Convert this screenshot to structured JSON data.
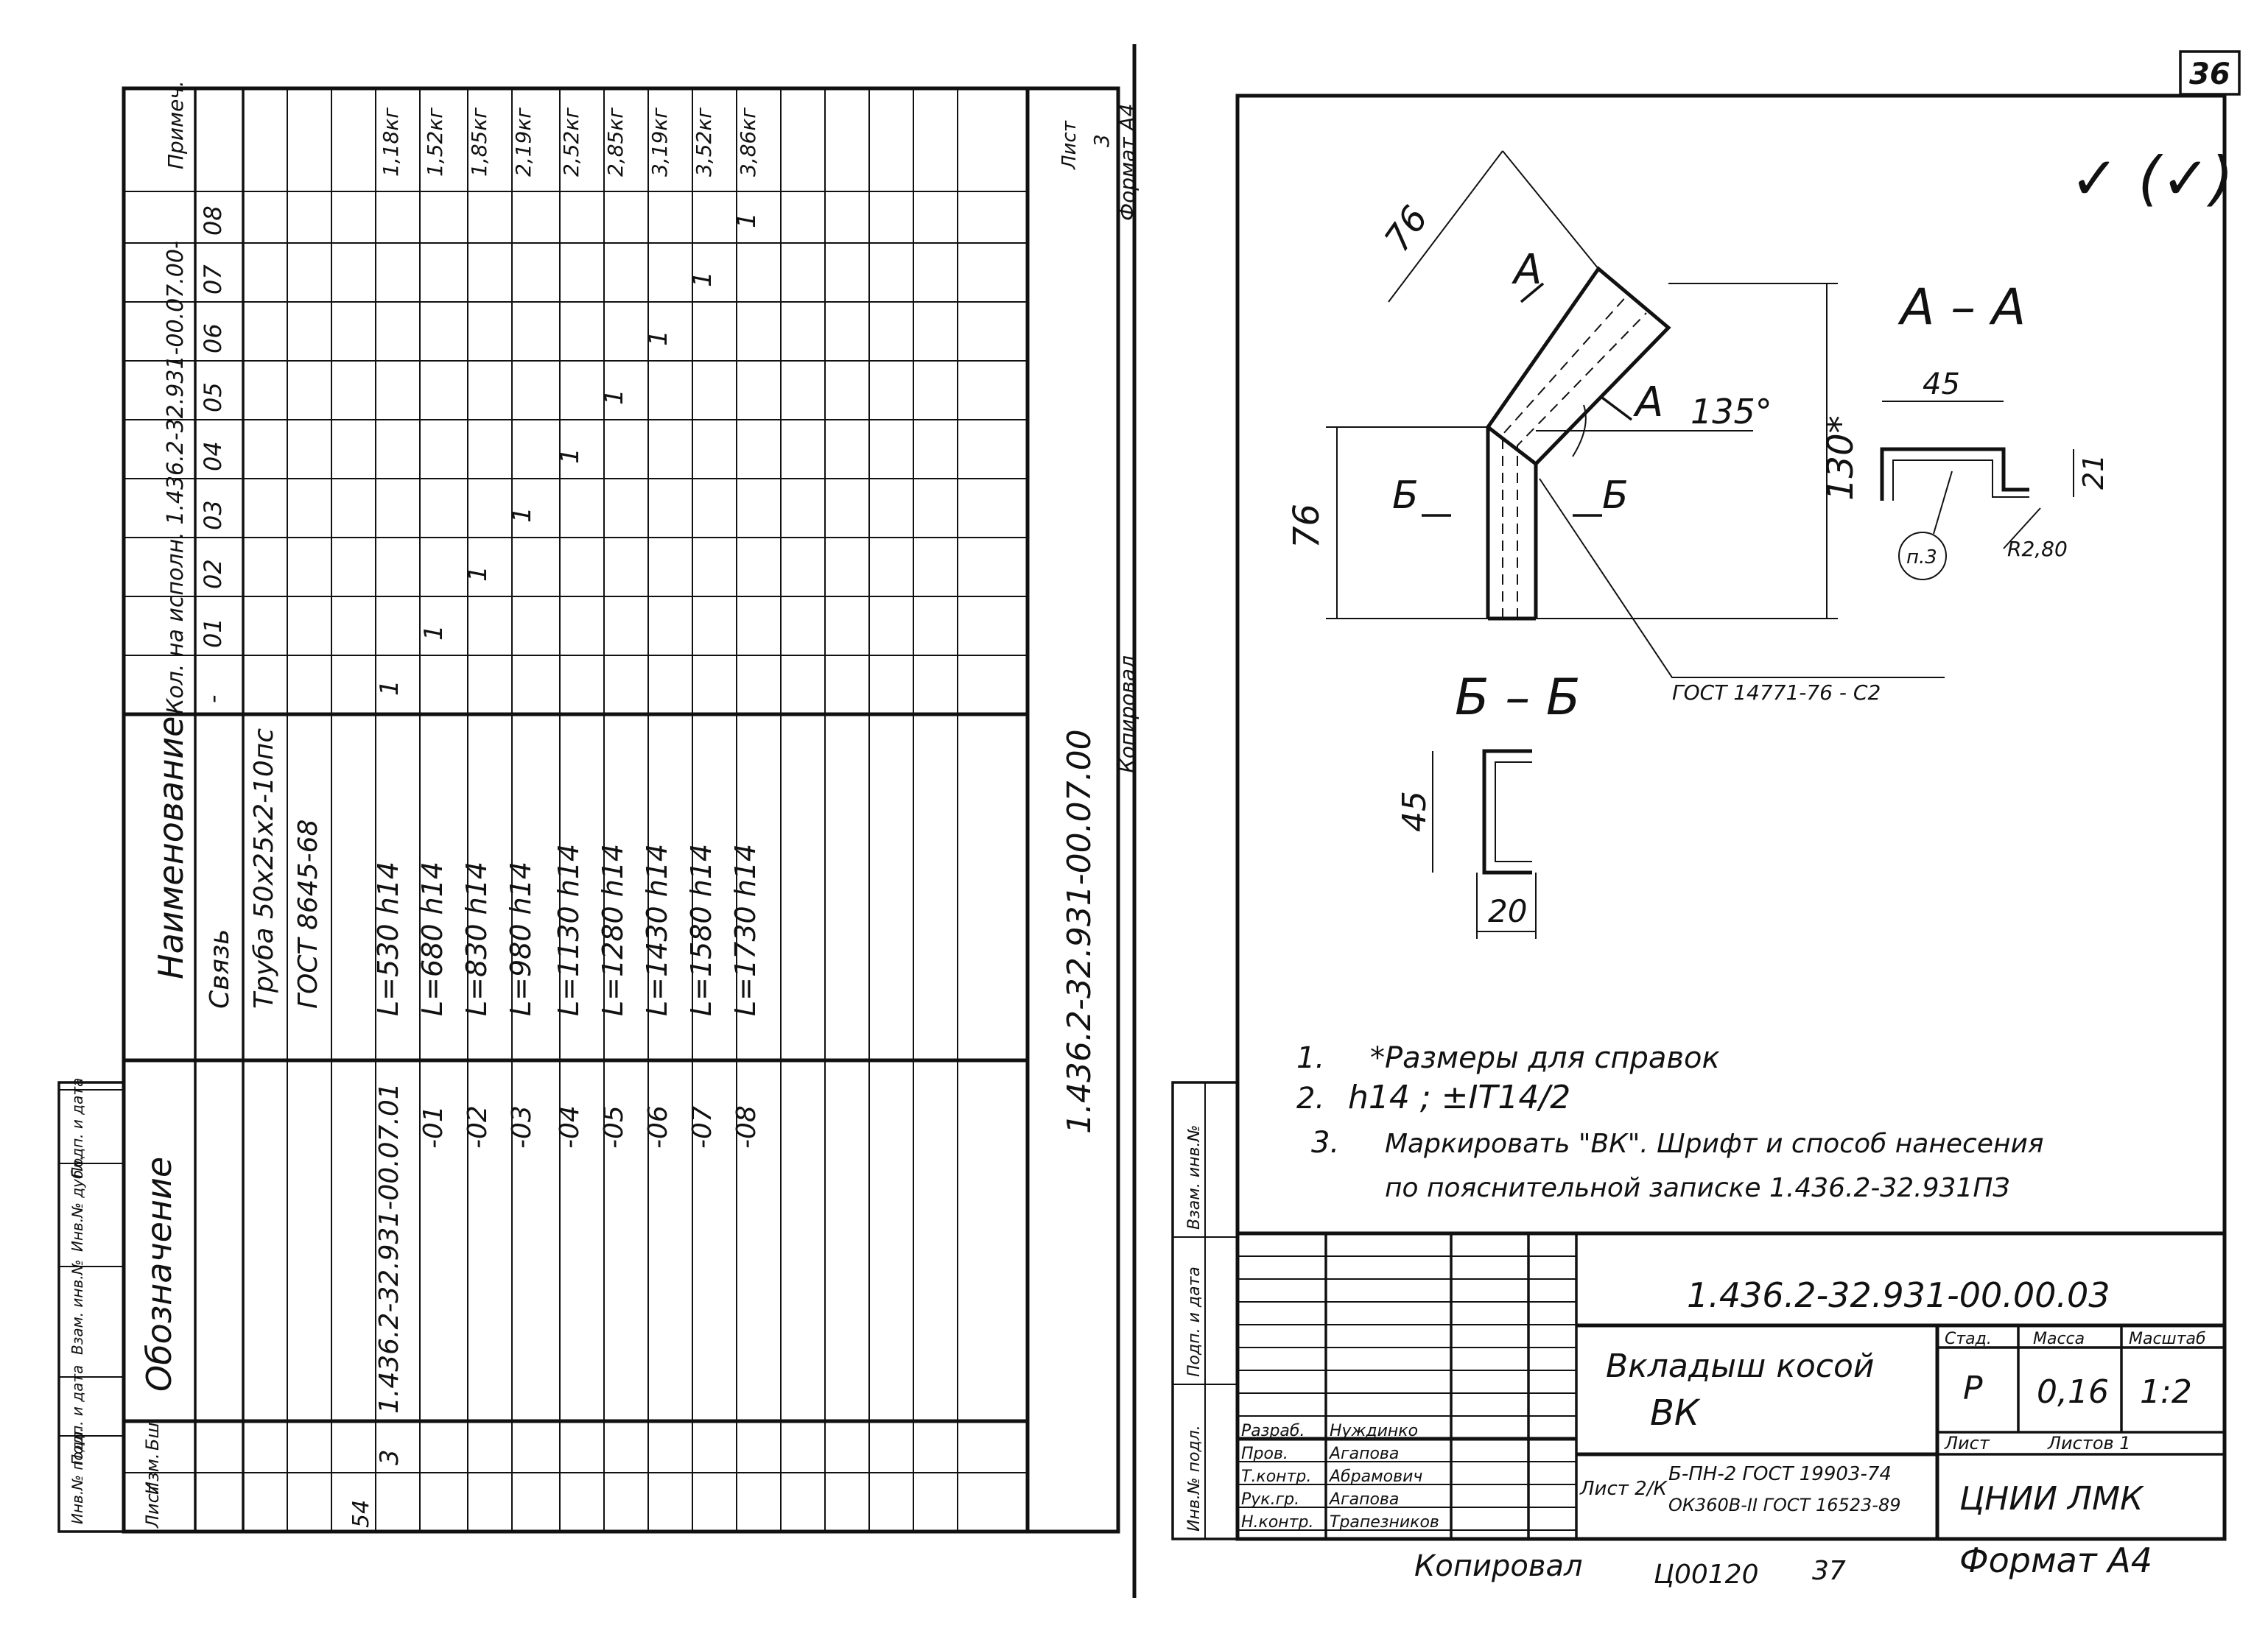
{
  "page_number": "36",
  "left_sheet": {
    "headers": {
      "oboznachenie": "Обозначение",
      "naimenovanie": "Наименование",
      "kol_na_ispoln": "Кол. на исполн. 1.436.2-32.931-00.07.00-",
      "variants": [
        "-",
        "01",
        "02",
        "03",
        "04",
        "05",
        "06",
        "07",
        "08"
      ],
      "primech": "Примеч."
    },
    "top_rows": [
      {
        "naim": "Связь"
      },
      {
        "naim": "Труба 50х25х2-10пс"
      },
      {
        "naim": "ГОСТ 8645-68"
      }
    ],
    "parts": [
      {
        "oboz": "1.436.2-32.931-00.07.01",
        "naim": "L=530 h14",
        "mass": "1,18кг"
      },
      {
        "oboz": "-01",
        "naim": "L=680 h14",
        "mass": "1,52кг"
      },
      {
        "oboz": "-02",
        "naim": "L=830 h14",
        "mass": "1,85кг"
      },
      {
        "oboz": "-03",
        "naim": "L=980 h14",
        "mass": "2,19кг"
      },
      {
        "oboz": "-04",
        "naim": "L=1130 h14",
        "mass": "2,52кг"
      },
      {
        "oboz": "-05",
        "naim": "L=1280 h14",
        "mass": "2,85кг"
      },
      {
        "oboz": "-06",
        "naim": "L=1430 h14",
        "mass": "3,19кг"
      },
      {
        "oboz": "-07",
        "naim": "L=1580 h14",
        "mass": "3,52кг"
      },
      {
        "oboz": "-08",
        "naim": "L=1730 h14",
        "mass": "3,86кг"
      }
    ],
    "qty_one": "1",
    "pos_number": "3",
    "row_number": "54",
    "doc_number": "1.436.2-32.931-00.07.00",
    "sheet_label": "Лист",
    "sheet_number": "3",
    "kopiroval": "Копировал",
    "format": "Формат А4",
    "margin_labels": [
      "Инв.№ подл.",
      "Подп. и дата",
      "Взам. инв.№",
      "Инв.№ дубл.",
      "Подп. и дата"
    ],
    "misc_labels": [
      "Бш",
      "Изм.",
      "Лист"
    ]
  },
  "right_sheet": {
    "roughness": "✓ (✓)",
    "dims": {
      "d76_top": "76",
      "d76_left": "76",
      "d130": "130*",
      "angle": "135°",
      "d45_aa": "45",
      "d21": "21",
      "d45_bb": "45",
      "d20": "20",
      "r": "R2,80"
    },
    "section_labels": {
      "a": "А",
      "aa": "А – А",
      "b": "Б",
      "bb": "Б – Б"
    },
    "weld_note": "ГОСТ 14771-76 - С2",
    "callout": "п.3",
    "notes": [
      {
        "num": "1.",
        "text": "*Размеры для справок"
      },
      {
        "num": "2.",
        "text": "h14 ; ±IT14/2"
      },
      {
        "num": "3.",
        "text": "Маркировать \"ВК\". Шрифт и способ нанесения"
      },
      {
        "num": "",
        "text": "по пояснительной записке 1.436.2-32.931ПЗ"
      }
    ],
    "title_block": {
      "designation": "1.436.2-32.931-00.00.03",
      "name_line1": "Вкладыш косой",
      "name_line2": "ВК",
      "stage_label": "Стад.",
      "mass_label": "Масса",
      "scale_label": "Масштаб",
      "stage": "Р",
      "mass": "0,16",
      "scale": "1:2",
      "sheet_label": "Лист",
      "sheets_label": "Листов 1",
      "material_label": "Лист 2/К",
      "material_line1": "Б-ПН-2 ГОСТ 19903-74",
      "material_line2": "ОК360В-ΙΙ ГОСТ 16523-89",
      "organization": "ЦНИИ ЛМК",
      "roles": [
        "Разраб.",
        "Пров.",
        "Т.контр.",
        "Рук.гр.",
        "Н.контр."
      ],
      "names": [
        "Нуждинко",
        "Агапова",
        "Абрамович",
        "Агапова",
        "Трапезников"
      ]
    },
    "margin_labels": [
      "Инв.№ подл.",
      "Подп. и дата",
      "Взам. инв.№"
    ],
    "kopiroval": "Копировал",
    "stamp_code": "Ц00120",
    "stamp_page": "37",
    "format": "Формат А4"
  }
}
